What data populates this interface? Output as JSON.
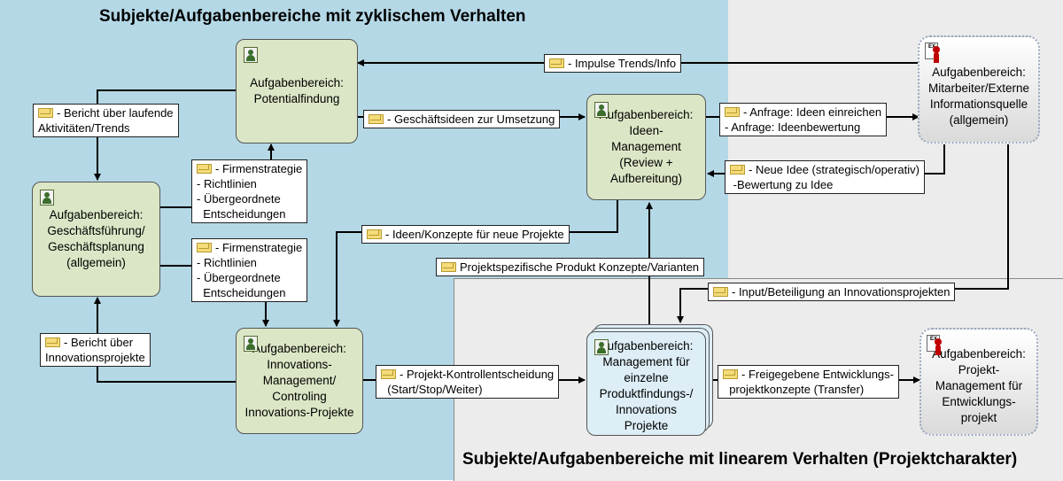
{
  "regions": {
    "cyclic_title": "Subjekte/Aufgabenbereiche mit zyklischem Verhalten",
    "linear_title": "Subjekte/Aufgabenbereiche mit linearem Verhalten (Projektcharakter)"
  },
  "nodes": {
    "potential": "Aufgabenbereich:\nPotentialfindung",
    "ideen": "Aufgabenbereich:\nIdeen-Management\n(Review +\nAufbereitung)",
    "extern": "Aufgabenbereich:\nMitarbeiter/Externe\nInformationsquelle\n(allgemein)",
    "gf": "Aufgabenbereich:\nGeschäftsführung/\nGeschäftsplanung\n(allgemein)",
    "innov": "Aufgabenbereich:\nInnovations-\nManagement/\nControling\nInnovations-Projekte",
    "pm": "Aufgabenbereich:\nManagement für\neinzelne\nProduktfindungs-/\nInnovations Projekte",
    "projekt": "Aufgabenbereich:\nProjekt-\nManagement  für\nEntwicklungs-\nprojekt"
  },
  "ext_icon_label": "EX",
  "messages": {
    "impulse": "- Impulse Trends/Info",
    "bericht_laufend": "- Bericht über laufende\nAktivitäten/Trends",
    "geschaeftsideen": "- Geschäftsideen zur Umsetzung",
    "anfrage": "- Anfrage: Ideen einreichen\n- Anfrage: Ideenbewertung",
    "neue_idee": "- Neue Idee (strategisch/operativ)\n -Bewertung zu Idee",
    "strategie1": "- Firmenstrategie\n- Richtlinien\n- Übergeordnete\n  Entscheidungen",
    "strategie2": "- Firmenstrategie\n- Richtlinien\n- Übergeordnete\n  Entscheidungen",
    "ideen_konzepte": "- Ideen/Konzepte für neue Projekte",
    "projektspezifisch": "Projektspezifische Produkt Konzepte/Varianten",
    "input": "- Input/Beteiligung an Innovationsprojekten",
    "bericht_innov": "- Bericht über\nInnovationsprojekte",
    "kontroll": "- Projekt-Kontrollentscheidung\n  (Start/Stop/Weiter)",
    "freigegeben": "- Freigegebene Entwicklungs-\n  projektkonzepte (Transfer)"
  },
  "colors": {
    "cyclic_bg": "#b4d8e6",
    "linear_bg": "#ececec",
    "node_green": "#dbe6c6",
    "node_blue": "#ddeef6",
    "envelope": "#f5dc7a",
    "external_icon": "#c00000"
  }
}
